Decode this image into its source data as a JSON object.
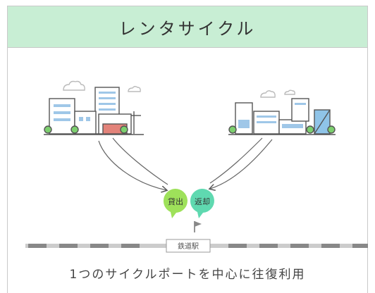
{
  "header": {
    "title": "レンタサイクル"
  },
  "diagram": {
    "bubble_left": "貸出",
    "bubble_right": "返却",
    "station_label": "鉄道駅",
    "colors": {
      "bubble_left": "#9ee15a",
      "bubble_right": "#5fd9b0",
      "header": "#c8eed4",
      "track": "#888888"
    }
  },
  "caption": "1つのサイクルポートを中心に往復利用"
}
